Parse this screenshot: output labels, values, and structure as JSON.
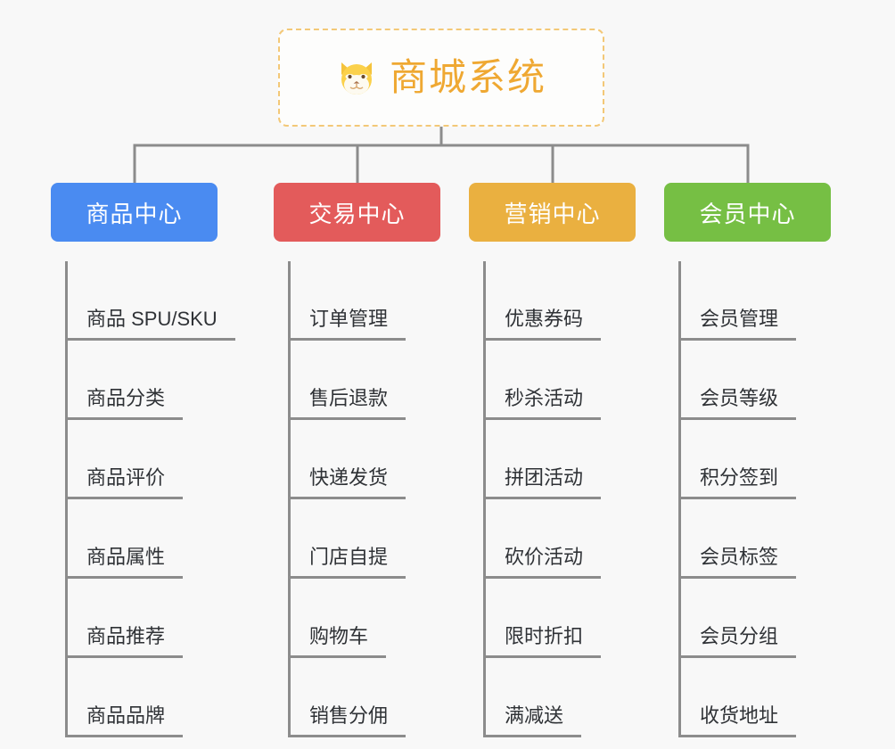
{
  "page": {
    "background_color": "#f8f8f8",
    "line_color": "#8c8c8c",
    "text_color": "#2f3236"
  },
  "root": {
    "icon": "dog-face-emoji",
    "title": "商城系统",
    "title_color": "#efa832",
    "border_color": "#f3c877"
  },
  "branches": [
    {
      "label": "商品中心",
      "color": "#4a8bf1",
      "items": [
        {
          "label": "商品 SPU/SKU"
        },
        {
          "label": "商品分类"
        },
        {
          "label": "商品评价"
        },
        {
          "label": "商品属性"
        },
        {
          "label": "商品推荐"
        },
        {
          "label": "商品品牌"
        }
      ]
    },
    {
      "label": "交易中心",
      "color": "#e35b5b",
      "items": [
        {
          "label": "订单管理"
        },
        {
          "label": "售后退款"
        },
        {
          "label": "快递发货"
        },
        {
          "label": "门店自提"
        },
        {
          "label": "购物车"
        },
        {
          "label": "销售分佣"
        }
      ]
    },
    {
      "label": "营销中心",
      "color": "#eab040",
      "items": [
        {
          "label": "优惠券码"
        },
        {
          "label": "秒杀活动"
        },
        {
          "label": "拼团活动"
        },
        {
          "label": "砍价活动"
        },
        {
          "label": "限时折扣"
        },
        {
          "label": "满减送"
        }
      ]
    },
    {
      "label": "会员中心",
      "color": "#76bf44",
      "items": [
        {
          "label": "会员管理"
        },
        {
          "label": "会员等级"
        },
        {
          "label": "积分签到"
        },
        {
          "label": "会员标签"
        },
        {
          "label": "会员分组"
        },
        {
          "label": "收货地址"
        }
      ]
    }
  ]
}
